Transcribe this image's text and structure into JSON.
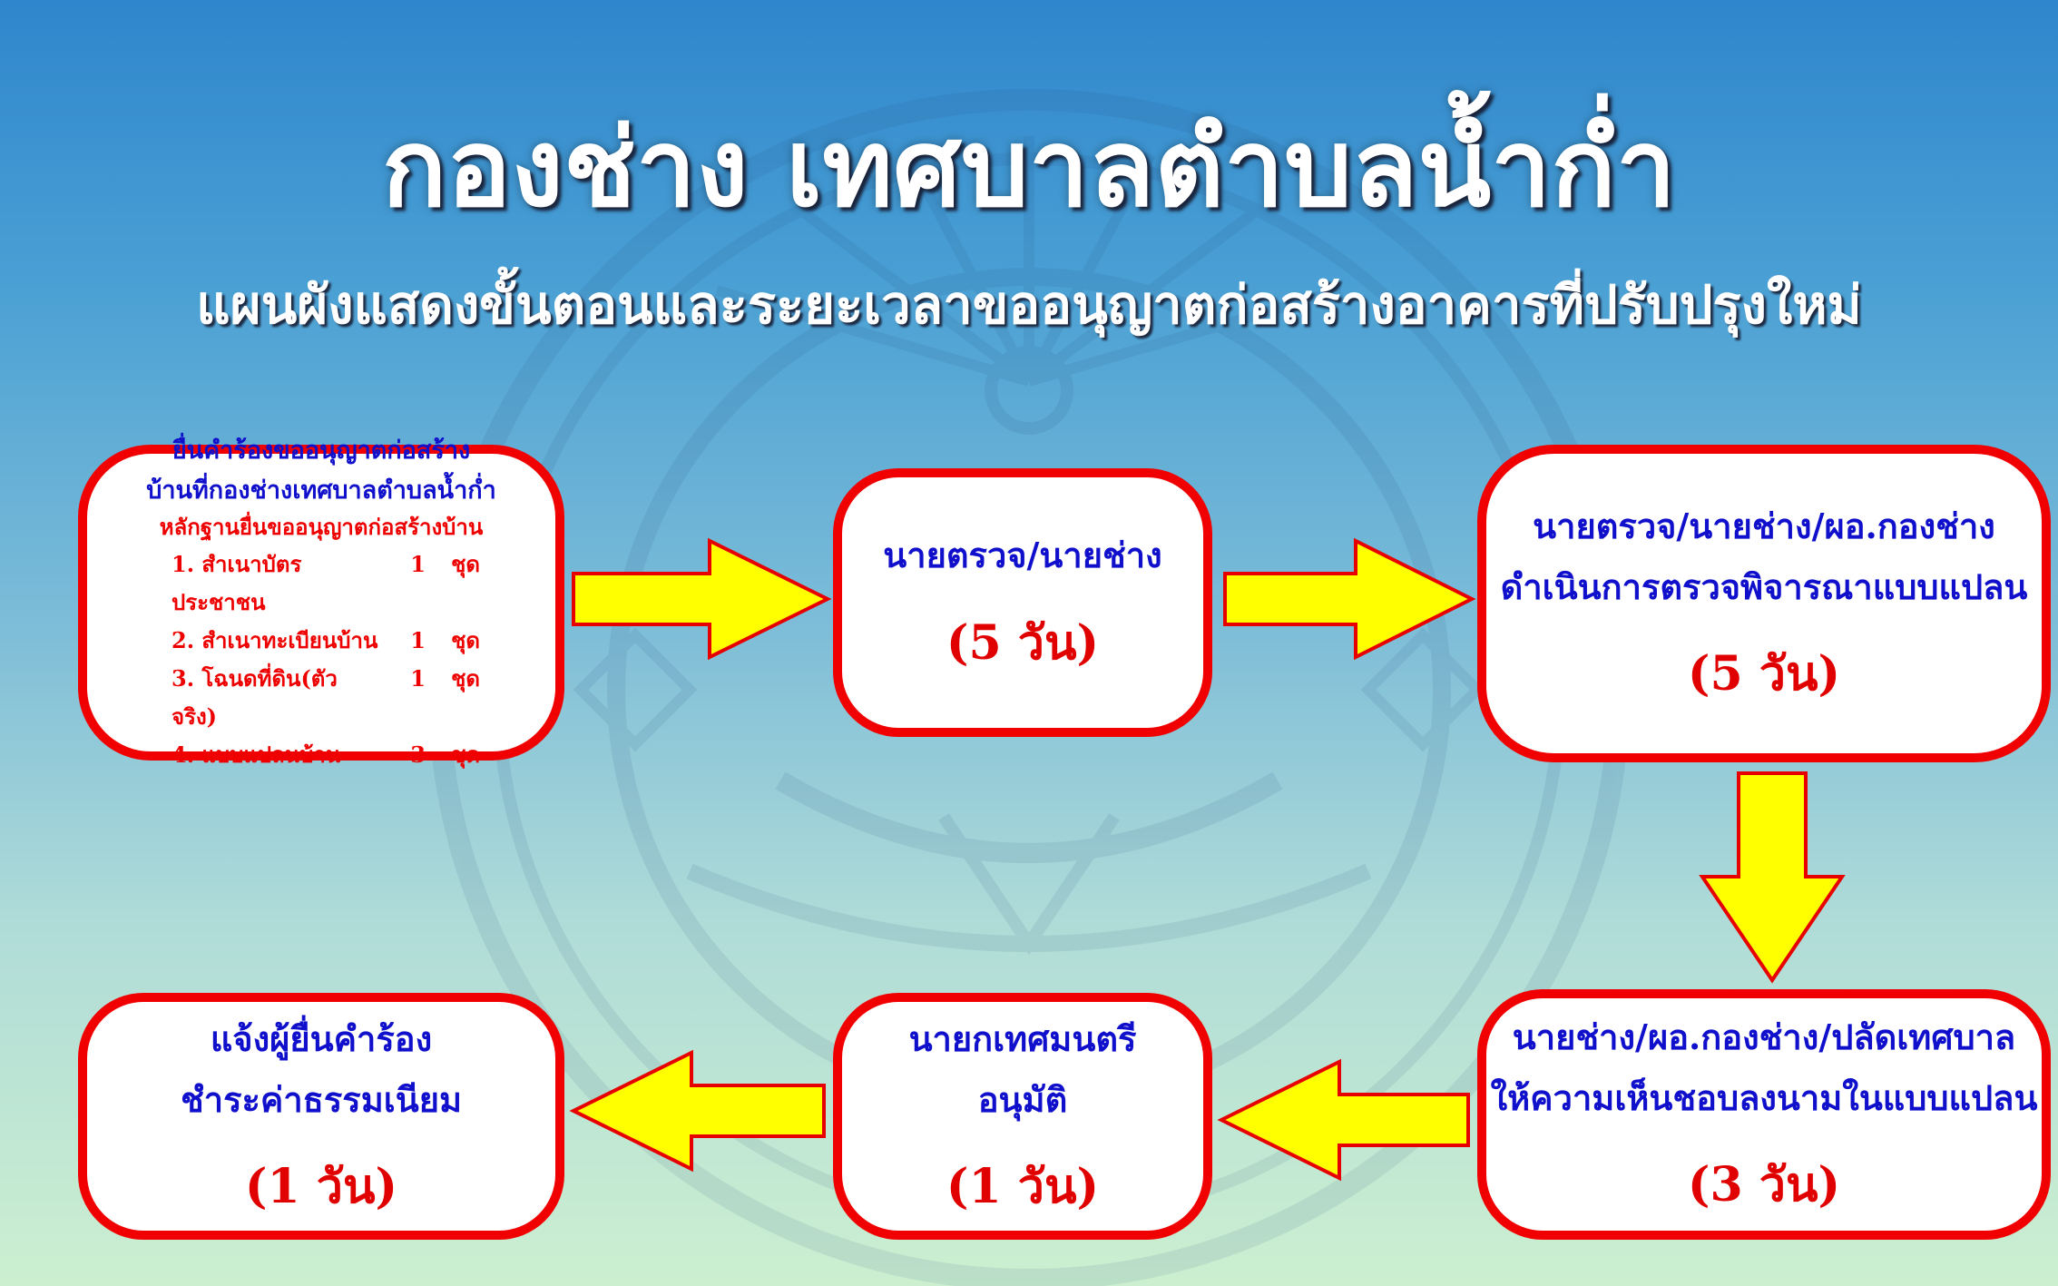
{
  "header": {
    "title": "กองช่าง เทศบาลตำบลน้ำก่ำ",
    "subtitle": "แผนผังแสดงขั้นตอนและระยะเวลาขออนุญาตก่อสร้างอาคารที่ปรับปรุงใหม่"
  },
  "steps": {
    "step1": {
      "line1": "ยื่นคำร้องขออนุญาตก่อสร้าง",
      "line2": "บ้านที่กองช่างเทศบาลตำบลน้ำก่ำ",
      "line3": "หลักฐานยื่นขออนุญาตก่อสร้างบ้าน",
      "requirements": [
        {
          "item": "1. สำเนาบัตรประชาชน",
          "qty": "1",
          "unit": "ชุด"
        },
        {
          "item": "2. สำเนาทะเบียนบ้าน",
          "qty": "1",
          "unit": "ชุด"
        },
        {
          "item": "3. โฉนดที่ดิน(ตัวจริง)",
          "qty": "1",
          "unit": "ชุด"
        },
        {
          "item": "4. แบบแปลนบ้าน",
          "qty": "3",
          "unit": "ชุด"
        }
      ]
    },
    "step2": {
      "line1": "นายตรวจ/นายช่าง",
      "duration": "(5 วัน)"
    },
    "step3": {
      "line1": "นายตรวจ/นายช่าง/ผอ.กองช่าง",
      "line2": "ดำเนินการตรวจพิจารณาแบบแปลน",
      "duration": "(5 วัน)"
    },
    "step4": {
      "line1": "นายช่าง/ผอ.กองช่าง/ปลัดเทศบาล",
      "line2": "ให้ความเห็นชอบลงนามในแบบแปลน",
      "duration": "(3 วัน)"
    },
    "step5": {
      "line1": "นายกเทศมนตรี",
      "line2": "อนุมัติ",
      "duration": "(1 วัน)"
    },
    "step6": {
      "line1": "แจ้งผู้ยื่นคำร้อง",
      "line2": "ชำระค่าธรรมเนียม",
      "duration": "(1 วัน)"
    }
  },
  "colors": {
    "box_border": "#f00000",
    "box_text_blue": "#1010cc",
    "box_text_red": "#ee0000",
    "arrow_fill": "#ffff00",
    "arrow_border": "#e60000",
    "title_text": "#ffffff"
  }
}
